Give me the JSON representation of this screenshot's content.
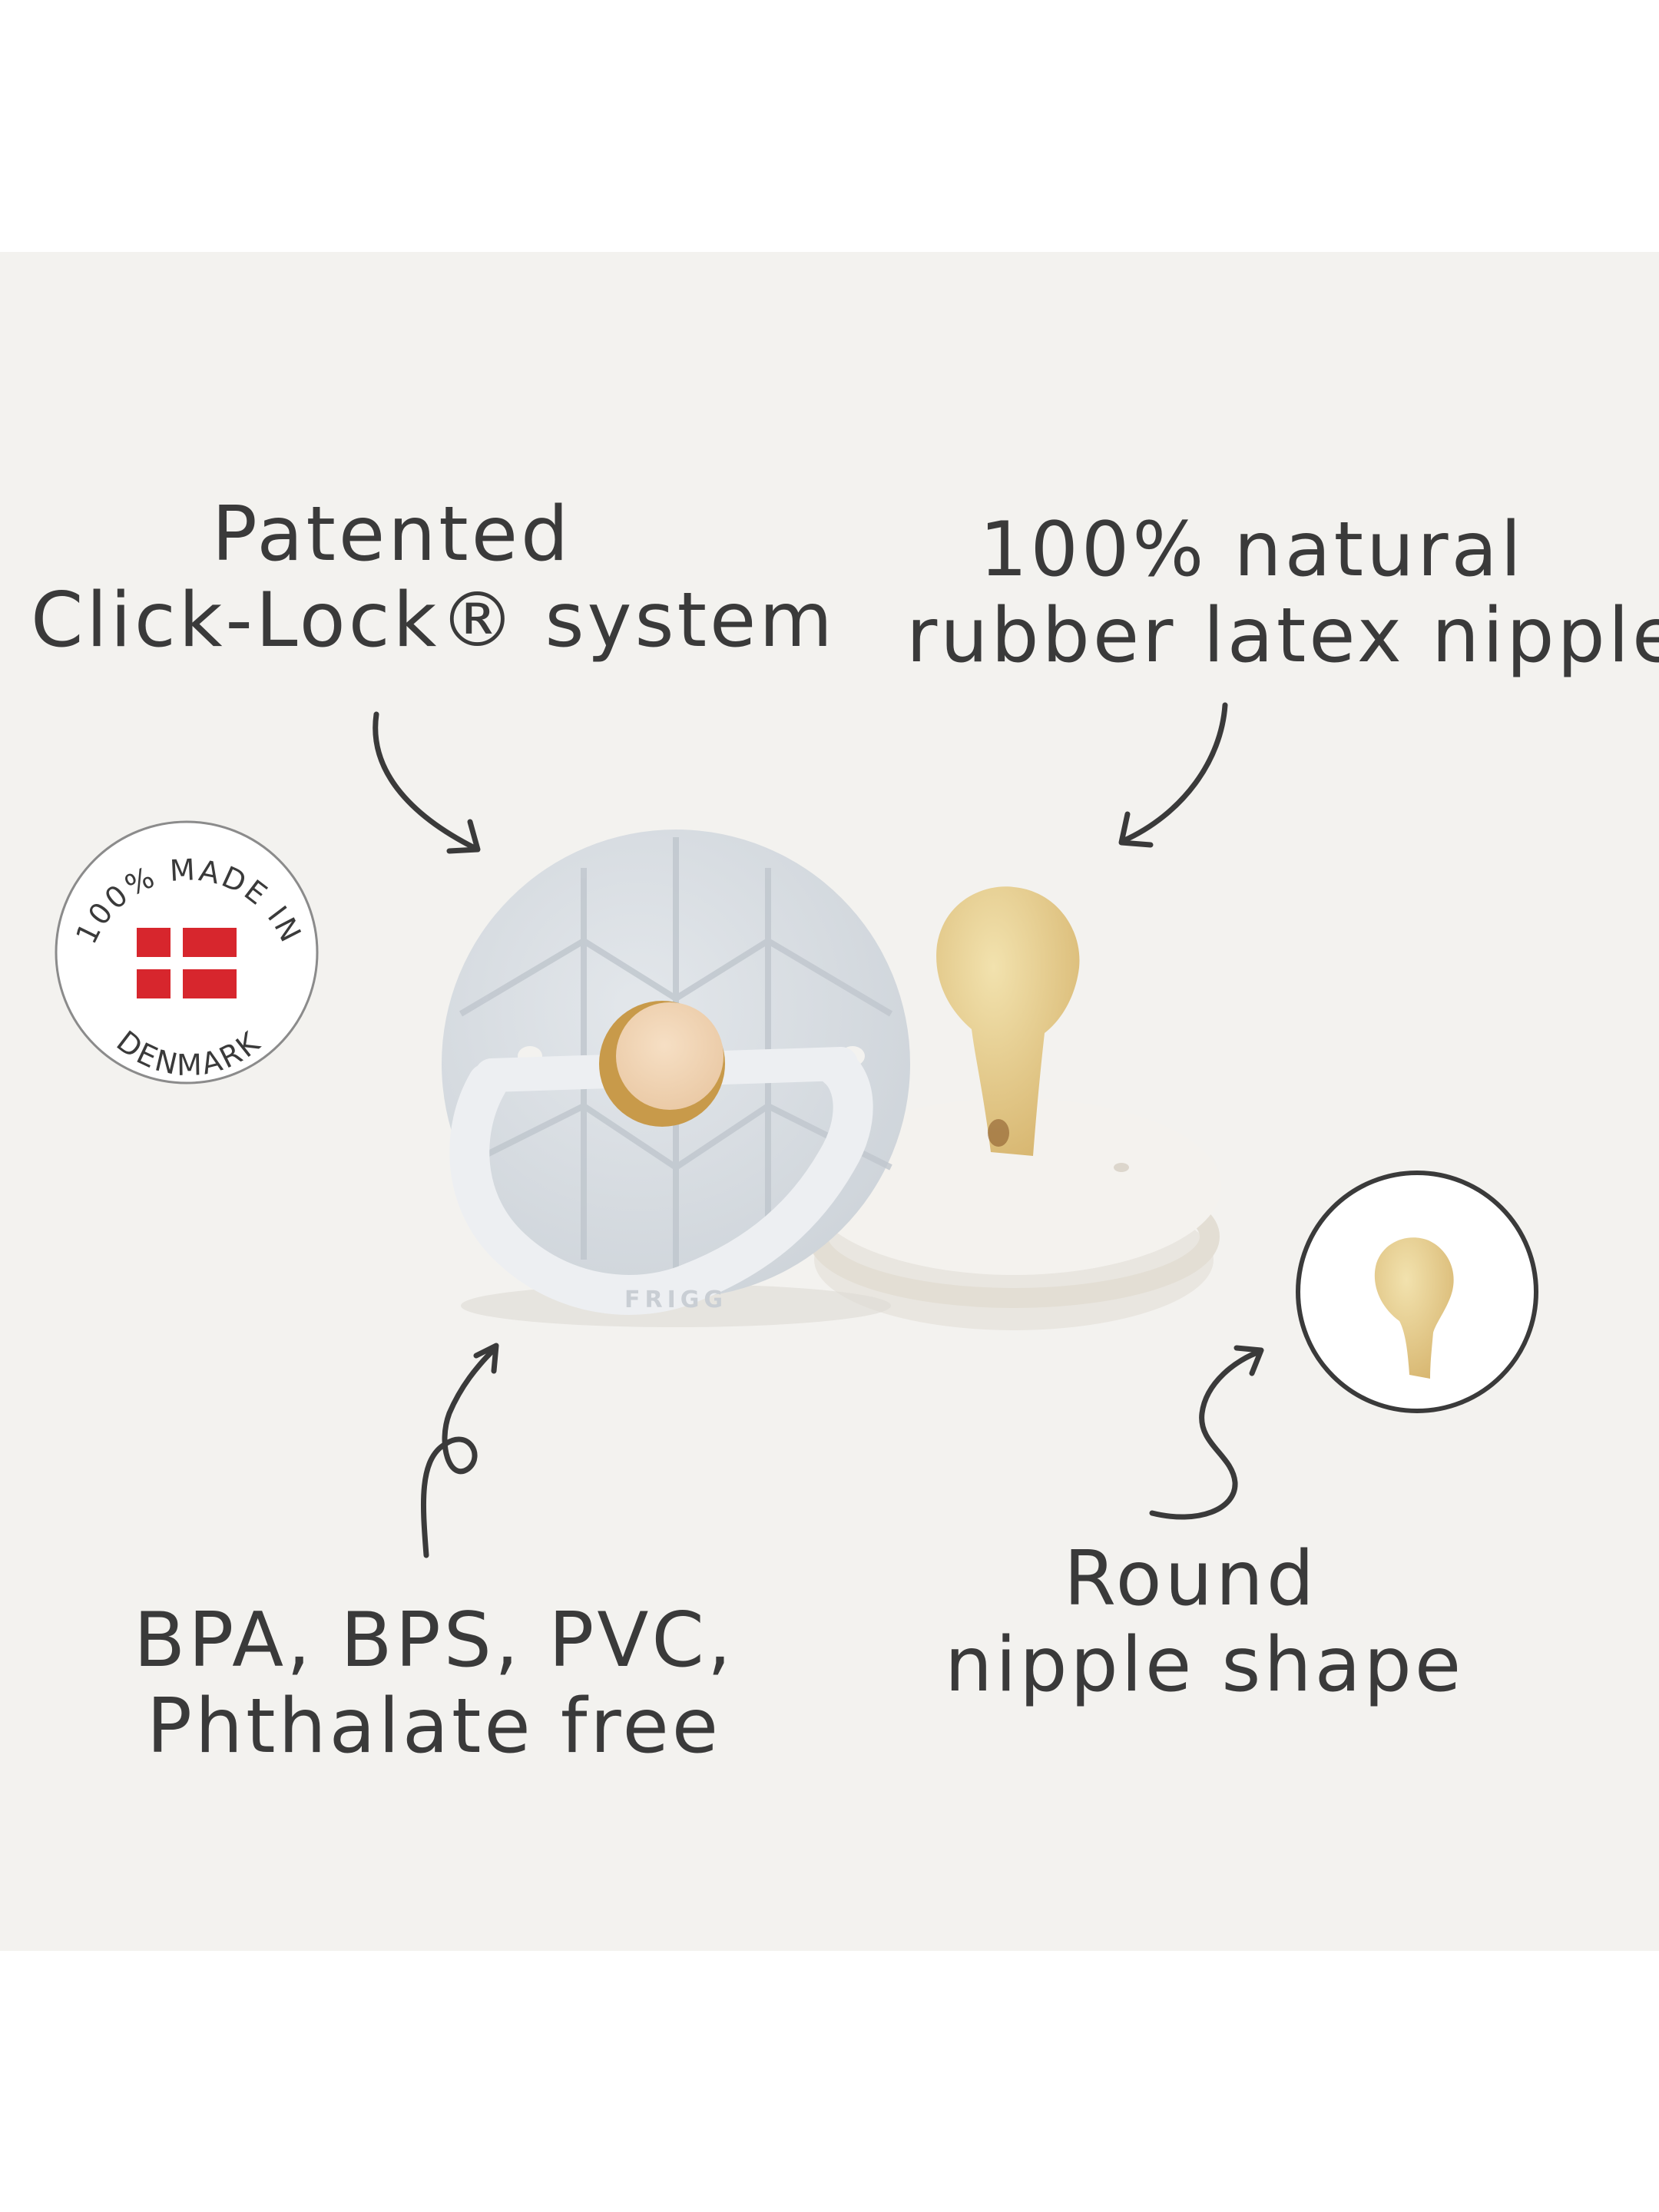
{
  "callouts": {
    "click_lock": {
      "line1": "Patented",
      "line2": "Click-Lock® system"
    },
    "natural_rubber": {
      "line1": "100% natural",
      "line2": "rubber latex nipple"
    },
    "bpa_free": {
      "line1": "BPA, BPS, PVC,",
      "line2": "Phthalate free"
    },
    "round_shape": {
      "line1": "Round",
      "line2": "nipple shape"
    }
  },
  "badge": {
    "top_text": "100% MADE IN",
    "bottom_text": "DENMARK"
  },
  "product": {
    "brand_embossed": "FRIGG"
  },
  "colors": {
    "panel_background": "#f3f2ef",
    "text": "#3a3a3a",
    "shield_front": "#d8dde2",
    "shield_back": "#f1efea",
    "nipple_latex": "#e6cd8f",
    "button_center": "#f1d5b6",
    "button_ring": "#c89a4a",
    "flag_red": "#d7262d"
  },
  "icons": {
    "badge": "made-in-denmark-badge",
    "flag": "danish-flag-icon",
    "arrows": "hand-drawn-arrow-icon",
    "detail": "round-nipple-detail-icon"
  }
}
